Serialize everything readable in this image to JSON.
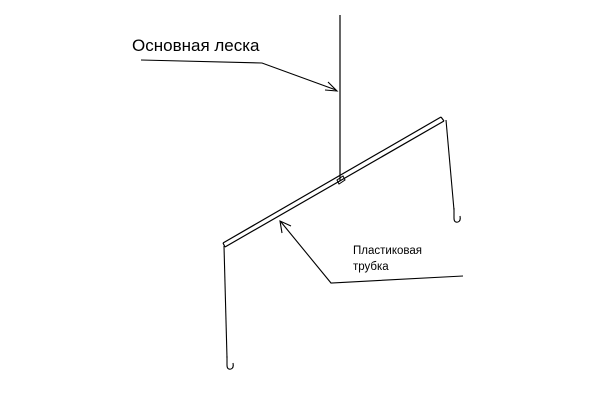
{
  "labels": {
    "main_line": "Основная леска",
    "tube_line1": "Пластиковая",
    "tube_line2": "трубка"
  },
  "colors": {
    "stroke": "#000000",
    "background": "#ffffff"
  }
}
